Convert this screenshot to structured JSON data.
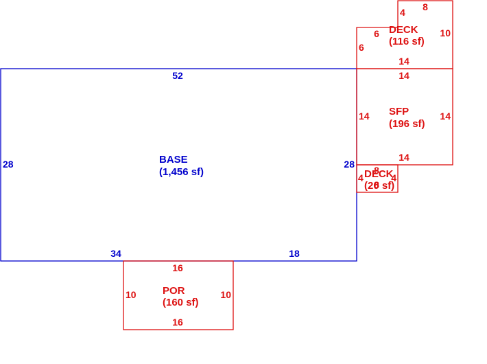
{
  "sketch": {
    "colors": {
      "base": "#0000cc",
      "addition": "#dd1111",
      "background": "#ffffff"
    },
    "base": {
      "name": "BASE",
      "area": "(1,456 sf)",
      "dims": {
        "top": "52",
        "left": "28",
        "right": "28",
        "bottom_left": "34",
        "bottom_right": "18"
      }
    },
    "sfp": {
      "name": "SFP",
      "area": "(196 sf)",
      "dims": {
        "top": "14",
        "bottom": "14",
        "left": "14",
        "right": "14"
      }
    },
    "deck_upper": {
      "name": "DECK",
      "area": "(116 sf)",
      "dims": {
        "top": "8",
        "notch_vertical": "4",
        "notch_horizontal": "6",
        "left": "6",
        "right": "10",
        "bottom": "14"
      }
    },
    "deck_lower": {
      "name": "DECK",
      "area": "(20 sf)",
      "dims": {
        "left": "4",
        "right": "4",
        "top": "8",
        "bottom": "8"
      }
    },
    "porch": {
      "name": "POR",
      "area": "(160 sf)",
      "dims": {
        "top": "16",
        "bottom": "16",
        "left": "10",
        "right": "10"
      }
    }
  }
}
